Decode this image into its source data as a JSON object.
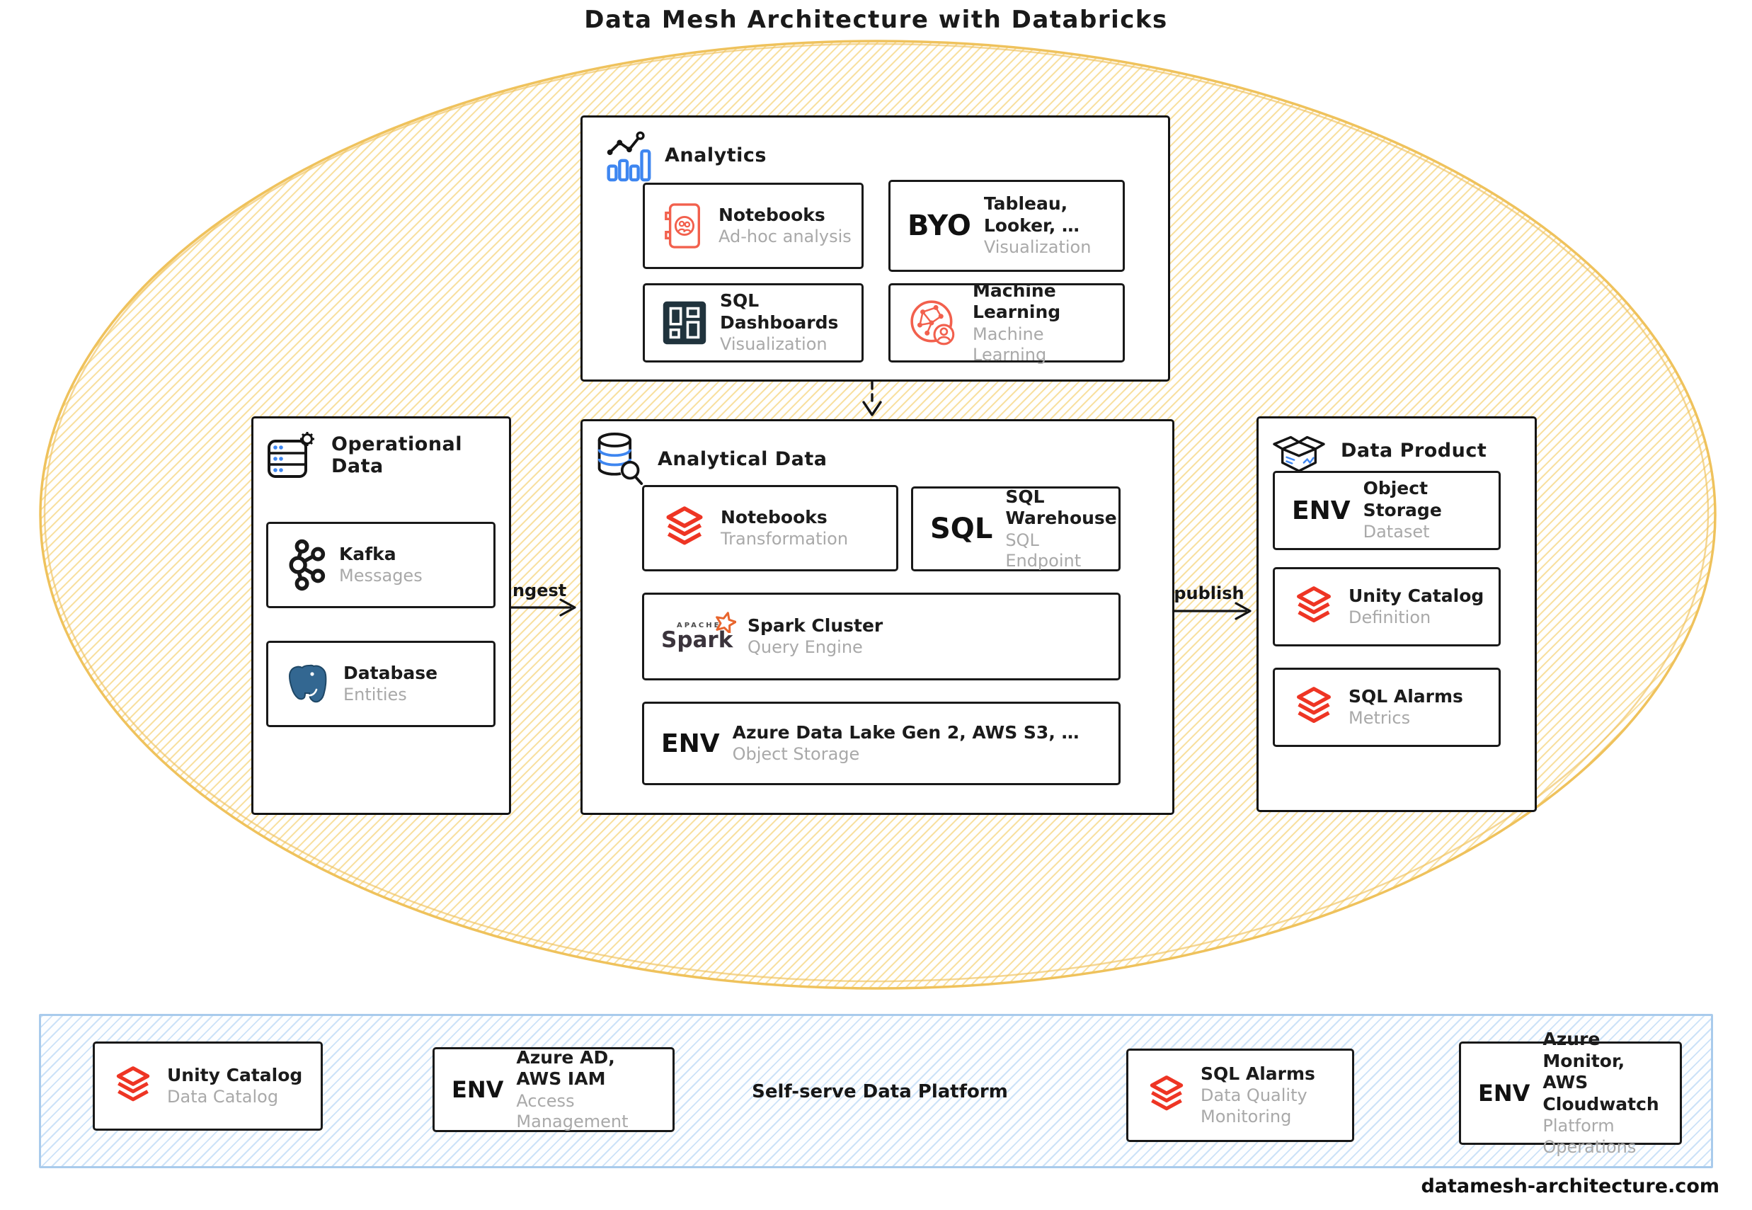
{
  "page": {
    "title": "Data Mesh Architecture with Databricks",
    "footer_link": "datamesh-architecture.com"
  },
  "arrows": {
    "ingest_label": "ingest",
    "publish_label": "publish"
  },
  "spark_logo": {
    "apache": "APACHE",
    "name": "Spark"
  },
  "groups": {
    "analytics": {
      "title": "Analytics",
      "cards": [
        {
          "icon": "notebook-icon",
          "title": "Notebooks",
          "subtitle": "Ad-hoc analysis"
        },
        {
          "badge": "BYO",
          "title": "Tableau, Looker, …",
          "subtitle": "Visualization"
        },
        {
          "icon": "sql-dashboards-icon",
          "title": "SQL Dashboards",
          "subtitle": "Visualization"
        },
        {
          "icon": "machine-learning-icon",
          "title": "Machine Learning",
          "subtitle": "Machine Learning"
        }
      ]
    },
    "operational": {
      "title": "Operational Data",
      "cards": [
        {
          "icon": "kafka-icon",
          "title": "Kafka",
          "subtitle": "Messages"
        },
        {
          "icon": "postgresql-icon",
          "title": "Database",
          "subtitle": "Entities"
        }
      ]
    },
    "analytical": {
      "title": "Analytical Data",
      "cards": [
        {
          "icon": "databricks-icon",
          "title": "Notebooks",
          "subtitle": "Transformation"
        },
        {
          "badge": "SQL",
          "title": "SQL Warehouse",
          "subtitle": "SQL Endpoint"
        },
        {
          "icon": "apache-spark-logo",
          "title": "Spark Cluster",
          "subtitle": "Query Engine"
        },
        {
          "badge": "ENV",
          "title": "Azure Data Lake Gen 2, AWS S3, …",
          "subtitle": "Object Storage"
        }
      ]
    },
    "product": {
      "title": "Data Product",
      "cards": [
        {
          "badge": "ENV",
          "title": "Object Storage",
          "subtitle": "Dataset"
        },
        {
          "icon": "databricks-icon",
          "title": "Unity Catalog",
          "subtitle": "Definition"
        },
        {
          "icon": "databricks-icon",
          "title": "SQL Alarms",
          "subtitle": "Metrics"
        }
      ]
    },
    "platform": {
      "label": "Self-serve Data Platform",
      "cards": [
        {
          "icon": "databricks-icon",
          "title": "Unity Catalog",
          "subtitle": "Data Catalog"
        },
        {
          "badge": "ENV",
          "title": "Azure AD, AWS IAM",
          "subtitle": "Access Management"
        },
        {
          "icon": "databricks-icon",
          "title": "SQL Alarms",
          "subtitle": "Data Quality Monitoring"
        },
        {
          "badge": "ENV",
          "title": "Azure Monitor, AWS Cloudwatch",
          "subtitle": "Platform Operations"
        }
      ]
    }
  },
  "colors": {
    "ink": "#1a1a1a",
    "muted_text": "#a9a9a9",
    "databricks_red": "#EE3524",
    "icon_red": "#F2604D",
    "accent_blue": "#3E86F0",
    "postgres_blue": "#336791",
    "spark_orange": "#E8652D",
    "dashboard_slate": "#20333D",
    "mesh_yellow": "#EFC25C",
    "platform_blue": "#A9CBEC"
  }
}
